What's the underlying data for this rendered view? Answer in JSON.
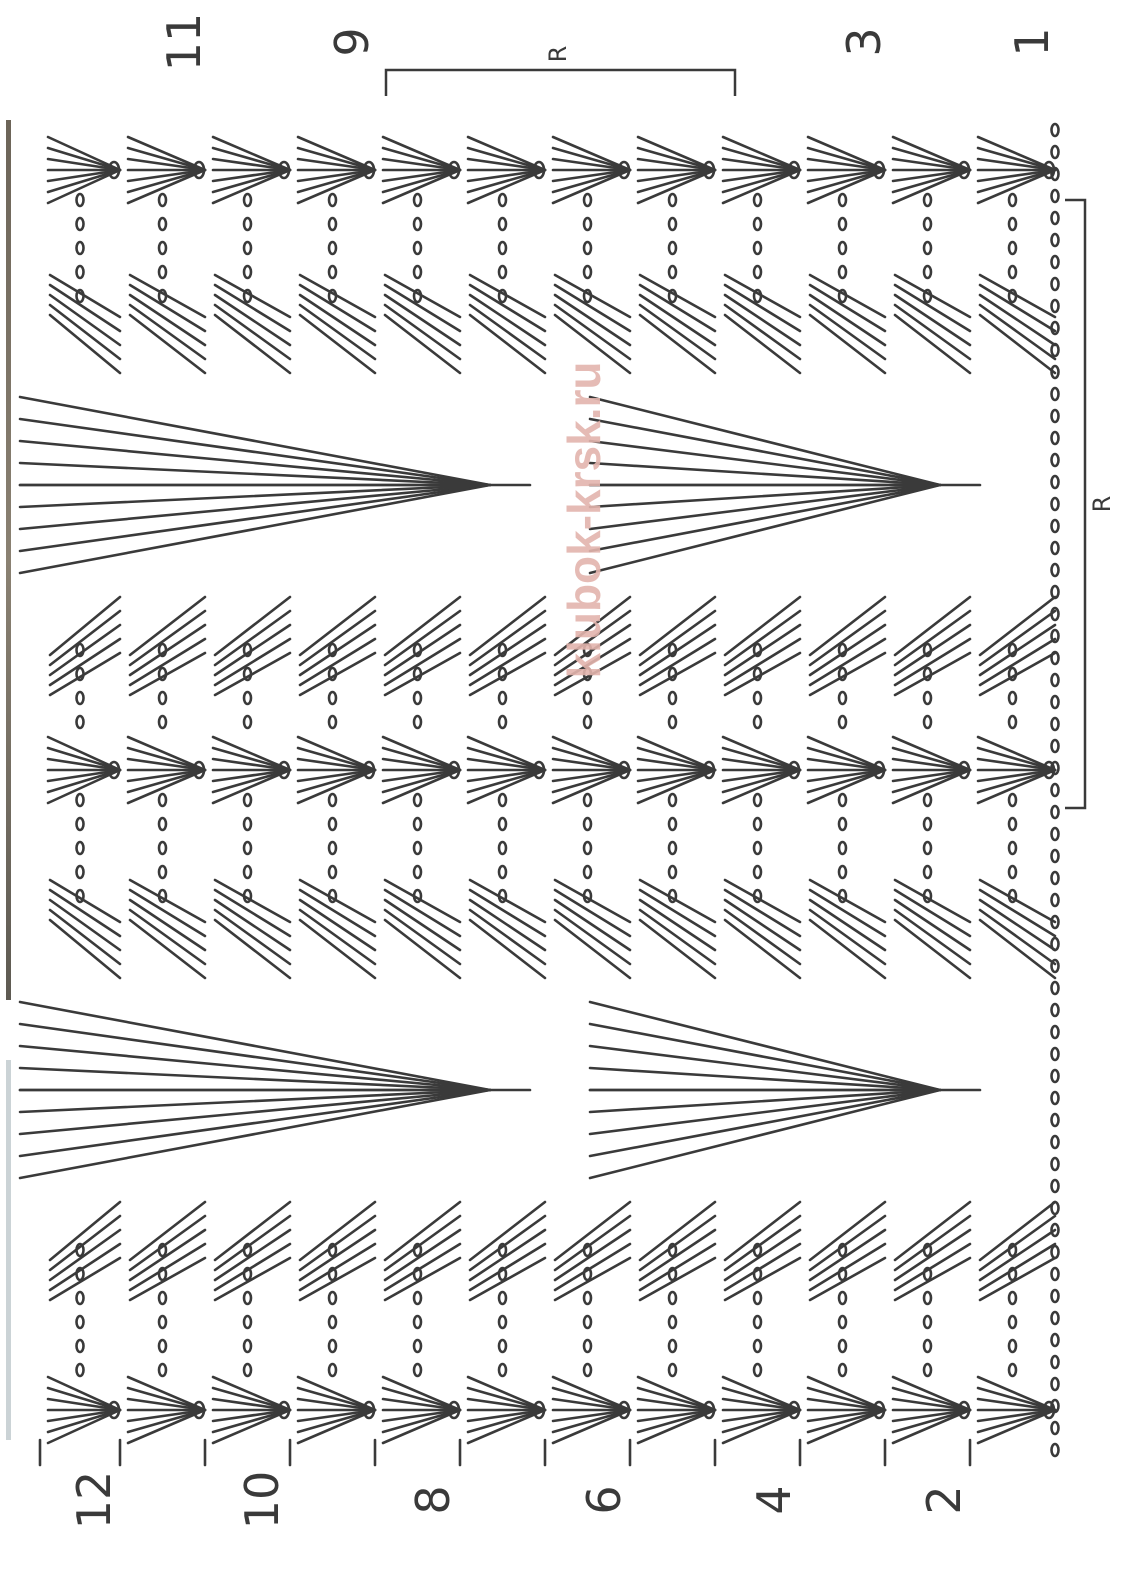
{
  "diagram": {
    "row_numbers_even": [
      "2",
      "4",
      "6",
      "8",
      "10",
      "12"
    ],
    "row_numbers_odd": [
      "1",
      "3",
      "9",
      "11"
    ],
    "repeat_marker_top": "R",
    "repeat_marker_right": "R",
    "watermark": "klubok-krsk.ru",
    "colors": {
      "ink": "#3a3a3a",
      "background": "#ffffff",
      "watermark": "#e3b4ad"
    }
  }
}
